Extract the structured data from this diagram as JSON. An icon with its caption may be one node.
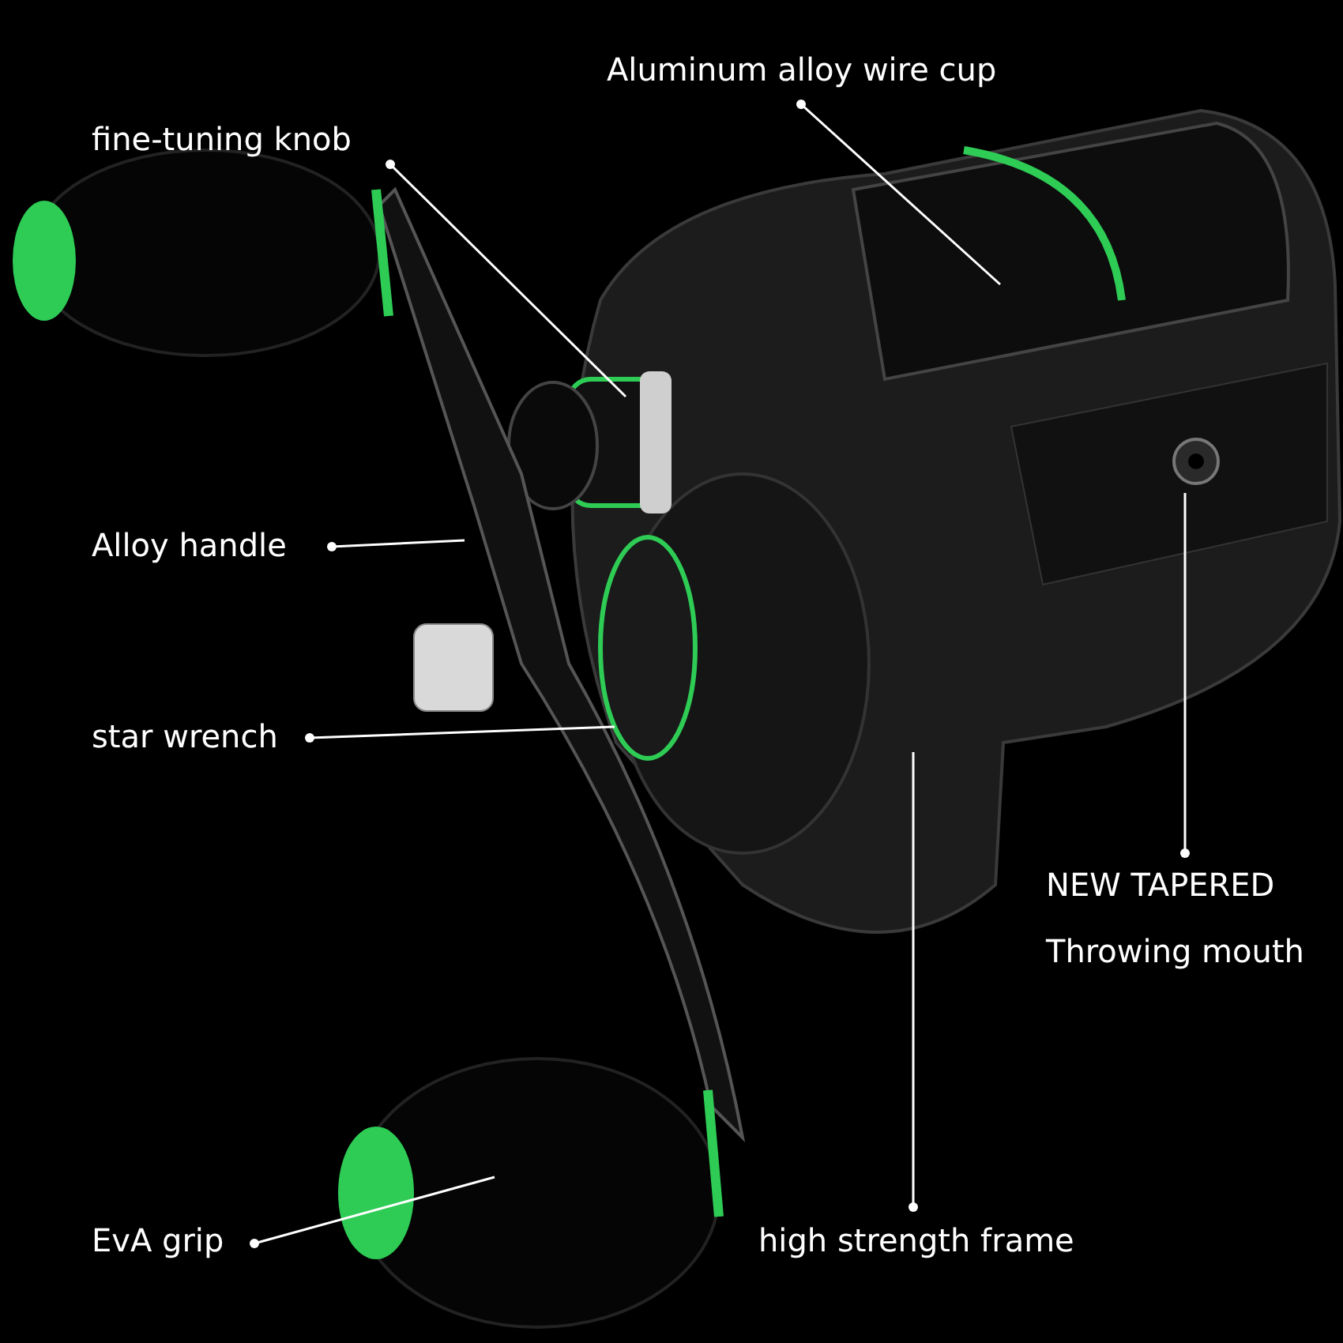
{
  "diagram": {
    "nodes": [
      {
        "text": [
          "Aluminum alloy wire cup"
        ]
      },
      {
        "text": [
          "fine-tuning knob"
        ]
      },
      {
        "text": [
          "Alloy handle"
        ]
      },
      {
        "text": [
          "star wrench"
        ]
      },
      {
        "text": [
          "NEW TAPERED",
          "Throwing mouth"
        ]
      },
      {
        "text": [
          "EvA grip"
        ]
      },
      {
        "text": [
          "high strength frame"
        ]
      }
    ],
    "edges": [
      {
        "from": 0,
        "to": null,
        "arrow": "other"
      },
      {
        "from": 1,
        "to": null,
        "arrow": "other"
      },
      {
        "from": 2,
        "to": null,
        "arrow": "other"
      },
      {
        "from": 3,
        "to": null,
        "arrow": "other"
      },
      {
        "from": 4,
        "to": null,
        "arrow": "other"
      },
      {
        "from": 5,
        "to": null,
        "arrow": "other"
      },
      {
        "from": 6,
        "to": null,
        "arrow": "other"
      }
    ]
  }
}
